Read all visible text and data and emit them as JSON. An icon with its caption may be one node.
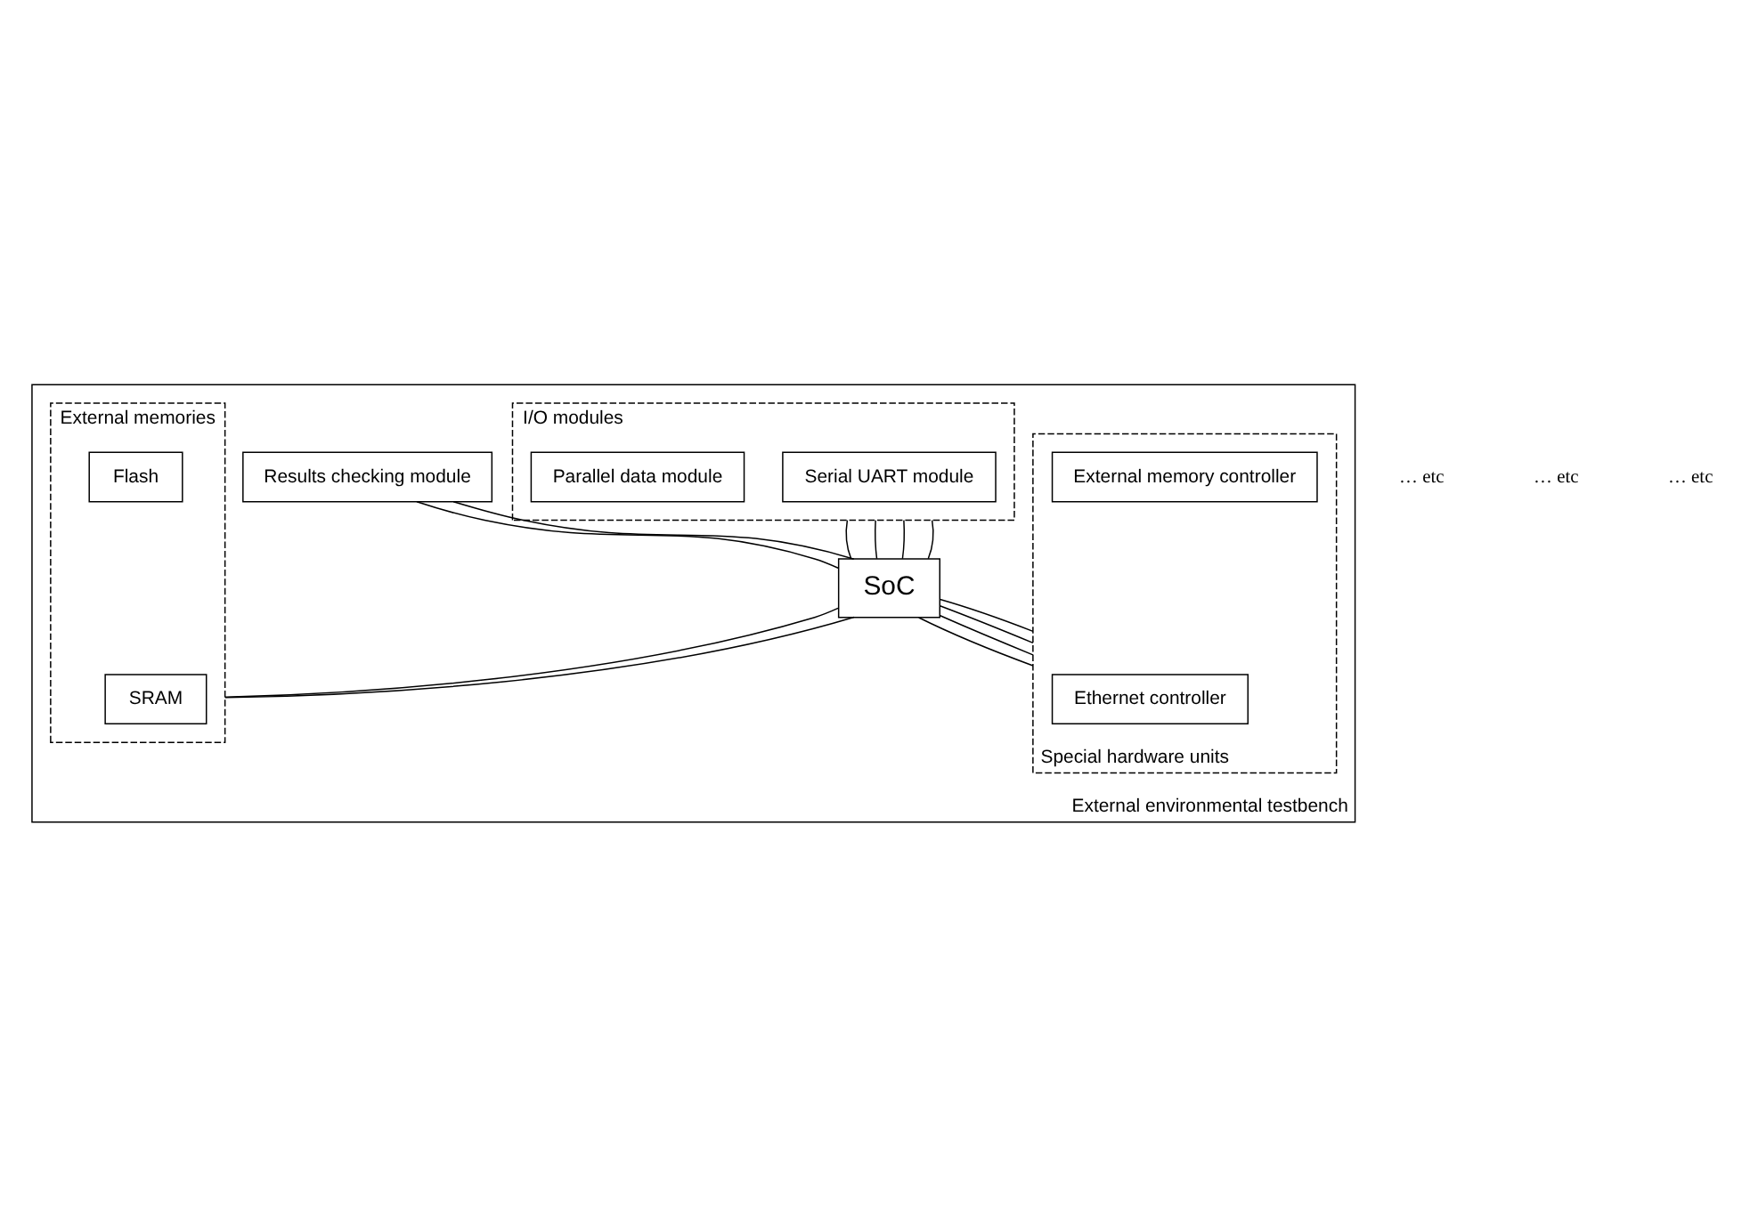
{
  "diagram": {
    "nodes": [
      {
        "text": [
          "External environmental testbench"
        ]
      },
      {
        "text": [
          "I/O modules"
        ],
        "in": 0
      },
      {
        "text": [
          "Serial UART module"
        ],
        "in": 1
      },
      {
        "text": [
          "Parallel data module"
        ],
        "in": 1
      },
      {
        "text": [
          "SoC"
        ],
        "in": 0
      },
      {
        "text": [
          "Results checking module"
        ],
        "in": 0
      },
      {
        "text": [
          "External memories"
        ],
        "in": 0
      },
      {
        "text": [
          "SRAM"
        ],
        "in": 6
      },
      {
        "text": [
          "Flash"
        ],
        "in": 6
      },
      {
        "text": [
          "Special hardware units"
        ],
        "in": 0
      },
      {
        "text": [
          "Ethernet controller"
        ],
        "in": 9
      },
      {
        "text": [
          "External memory controller"
        ],
        "in": 9
      }
    ],
    "edges": [
      {
        "from": 1,
        "to": 4,
        "arrow": "none"
      },
      {
        "from": 1,
        "to": 4,
        "arrow": "none"
      },
      {
        "from": 1,
        "to": 4,
        "arrow": "none"
      },
      {
        "from": 1,
        "to": 4,
        "arrow": "none"
      },
      {
        "from": 5,
        "to": 4,
        "arrow": "none"
      },
      {
        "from": 5,
        "to": 4,
        "arrow": "none"
      },
      {
        "from": 4,
        "to": 6,
        "arrow": "none"
      },
      {
        "from": 4,
        "to": 6,
        "arrow": "none"
      },
      {
        "from": 4,
        "to": 9,
        "arrow": "none"
      },
      {
        "from": 4,
        "to": 9,
        "arrow": "none"
      },
      {
        "from": 4,
        "to": 9,
        "arrow": "none"
      },
      {
        "from": 4,
        "to": 9,
        "arrow": "none"
      }
    ],
    "labels": [
      "… etc",
      "… etc",
      "… etc"
    ]
  }
}
